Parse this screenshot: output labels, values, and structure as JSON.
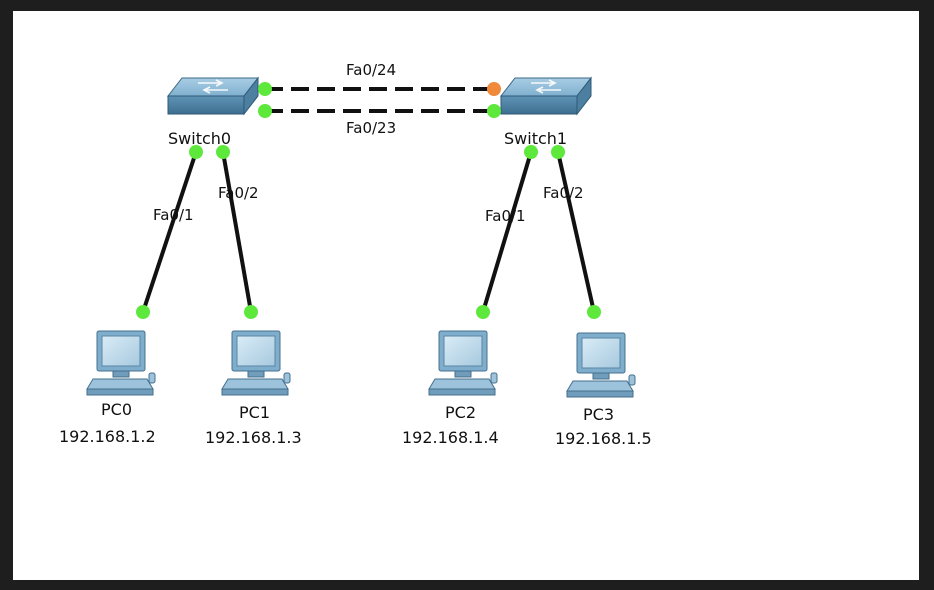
{
  "switches": [
    {
      "id": "sw0",
      "name": "Switch0"
    },
    {
      "id": "sw1",
      "name": "Switch1"
    }
  ],
  "trunk_links": [
    {
      "port": "Fa0/24",
      "end_status": [
        "green",
        "orange"
      ]
    },
    {
      "port": "Fa0/23",
      "end_status": [
        "green",
        "green"
      ]
    }
  ],
  "pcs": [
    {
      "id": "pc0",
      "name": "PC0",
      "ip": "192.168.1.2",
      "port": "Fa0/1",
      "switch": "sw0"
    },
    {
      "id": "pc1",
      "name": "PC1",
      "ip": "192.168.1.3",
      "port": "Fa0/2",
      "switch": "sw0"
    },
    {
      "id": "pc2",
      "name": "PC2",
      "ip": "192.168.1.4",
      "port": "Fa0/1",
      "switch": "sw1"
    },
    {
      "id": "pc3",
      "name": "PC3",
      "ip": "192.168.1.5",
      "port": "Fa0/2",
      "switch": "sw1"
    }
  ],
  "colors": {
    "link": "#111111",
    "port_up": "#5ee83c",
    "port_blocking": "#f08a3a",
    "switch_body": "#6fa3c4",
    "pc_body": "#8fb8d4"
  }
}
